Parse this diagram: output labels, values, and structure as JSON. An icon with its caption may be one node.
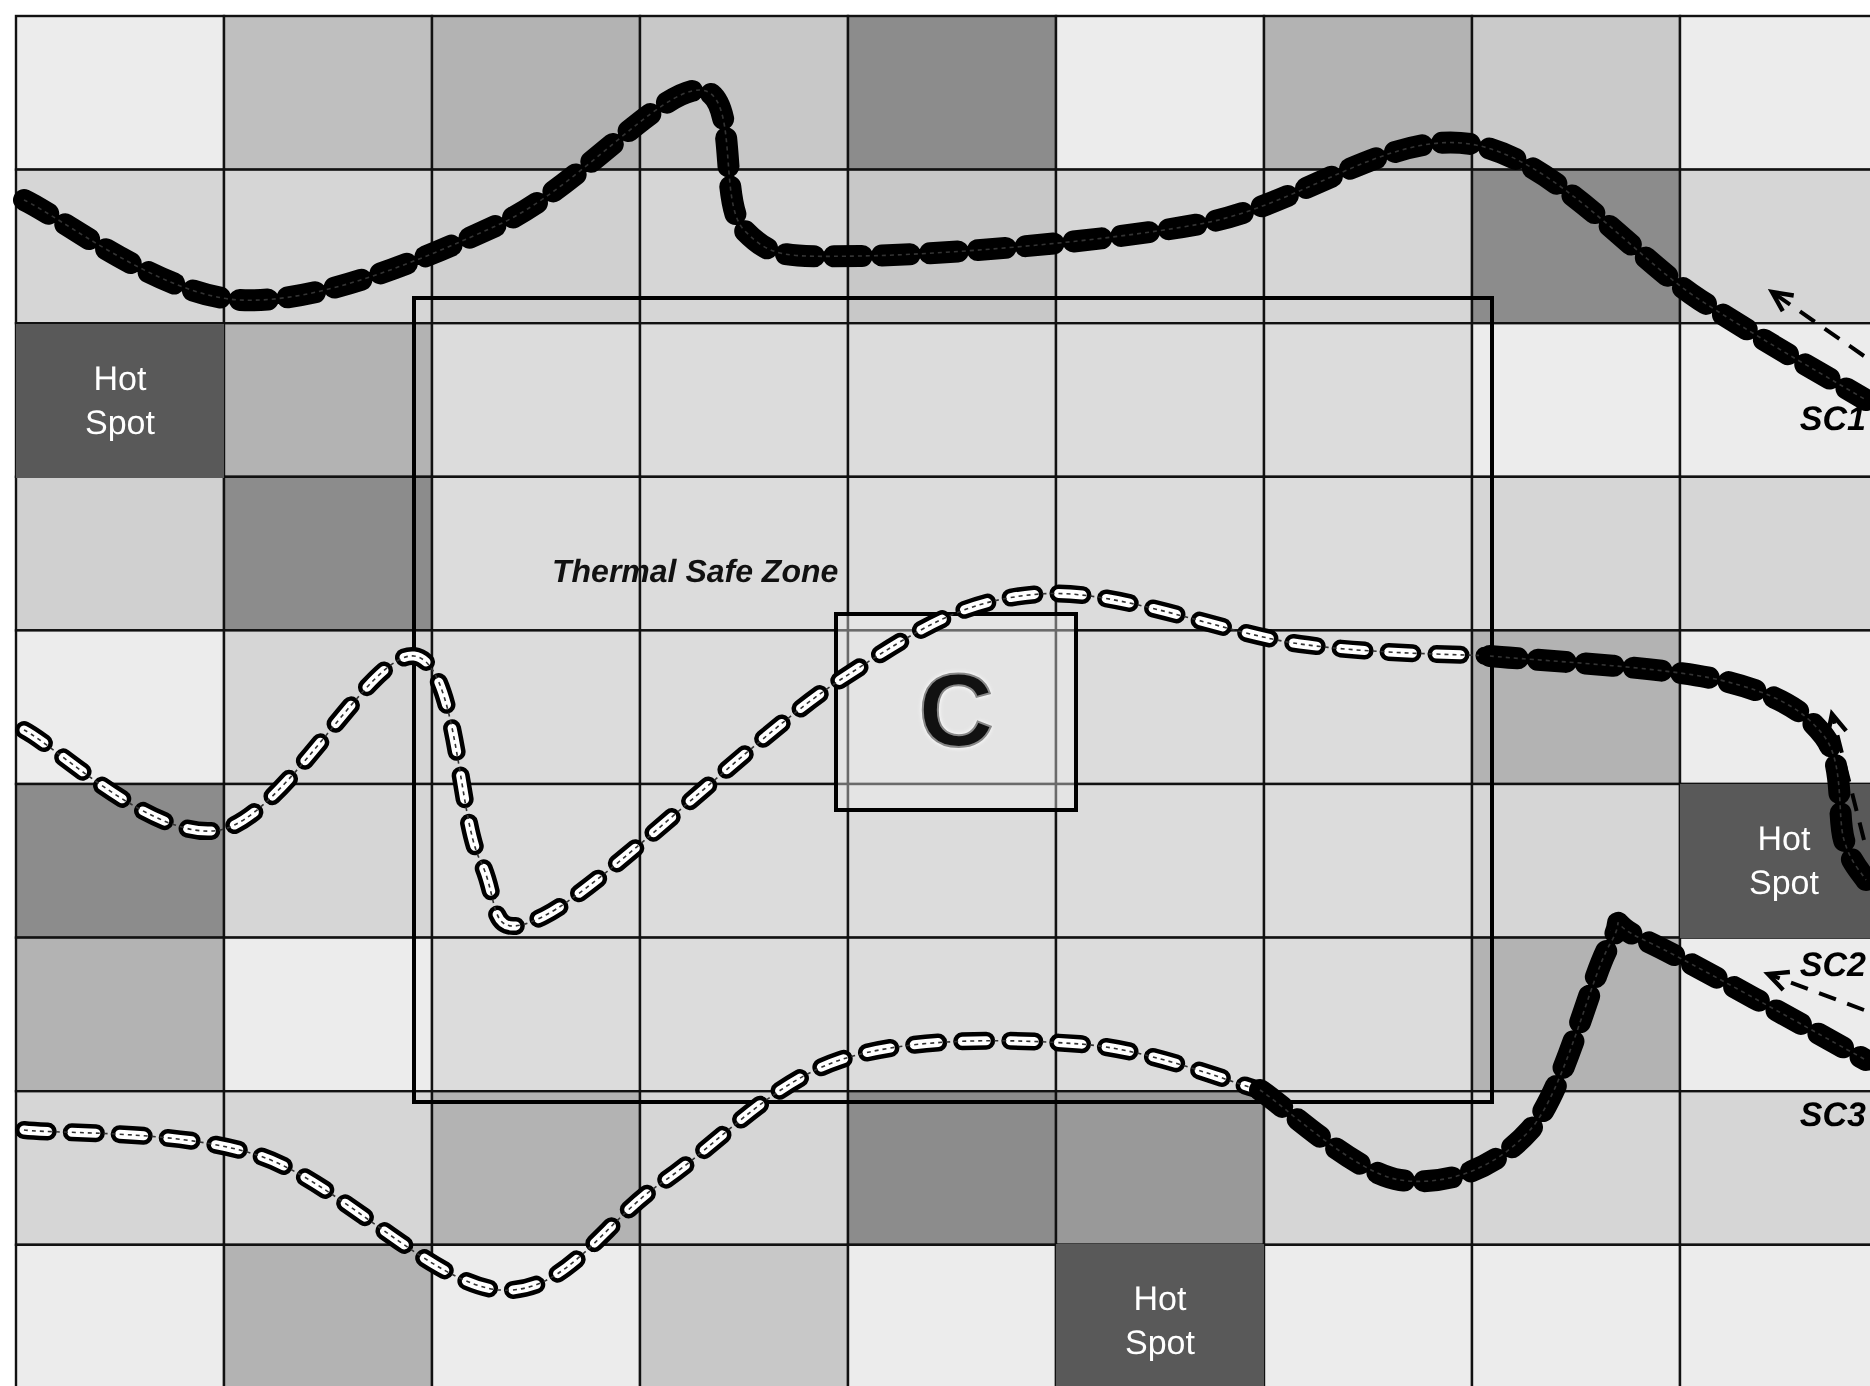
{
  "diagram": {
    "nodes": [
      {
        "text": [
          "Thermal Safe Zone"
        ]
      },
      {
        "text": [
          "C"
        ],
        "in": 0
      },
      {
        "text": [
          "Hot Spot"
        ]
      },
      {
        "text": [
          "Hot Spot"
        ]
      },
      {
        "text": [
          "Hot Spot"
        ]
      }
    ],
    "labels": [
      "SC1",
      "SC2",
      "SC3"
    ]
  }
}
